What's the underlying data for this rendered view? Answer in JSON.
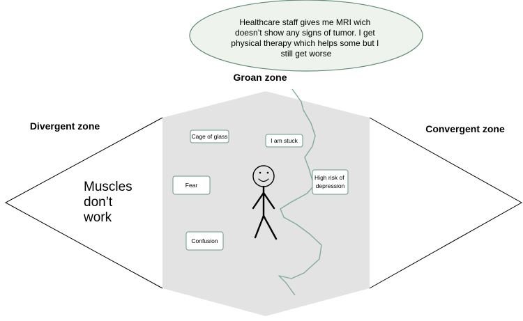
{
  "speech_bubble": {
    "lines": [
      "Healthcare staff gives me MRI wich",
      "doesn’t show any signs of tumor. I get",
      "physical therapy which helps some but I",
      "still get worse"
    ]
  },
  "zones": {
    "groan": "Groan zone",
    "divergent": "Divergent zone",
    "convergent": "Convergent zone"
  },
  "divergent_text": [
    "Muscles",
    "don’t",
    "work"
  ],
  "boxes": {
    "cage": "Cage of glass",
    "stuck": "I am stuck",
    "fear": "Fear",
    "risk": [
      "High risk of",
      "depression"
    ],
    "confusion": "Confusion"
  },
  "colors": {
    "groan_fill": "#e3e3e3",
    "bubble_fill": "#eef3ee",
    "bubble_stroke": "#5f8a74",
    "box_stroke": "#6a9a86",
    "crack_stroke": "#7faba3"
  },
  "figure_icon": "stick-figure-smiling-icon"
}
